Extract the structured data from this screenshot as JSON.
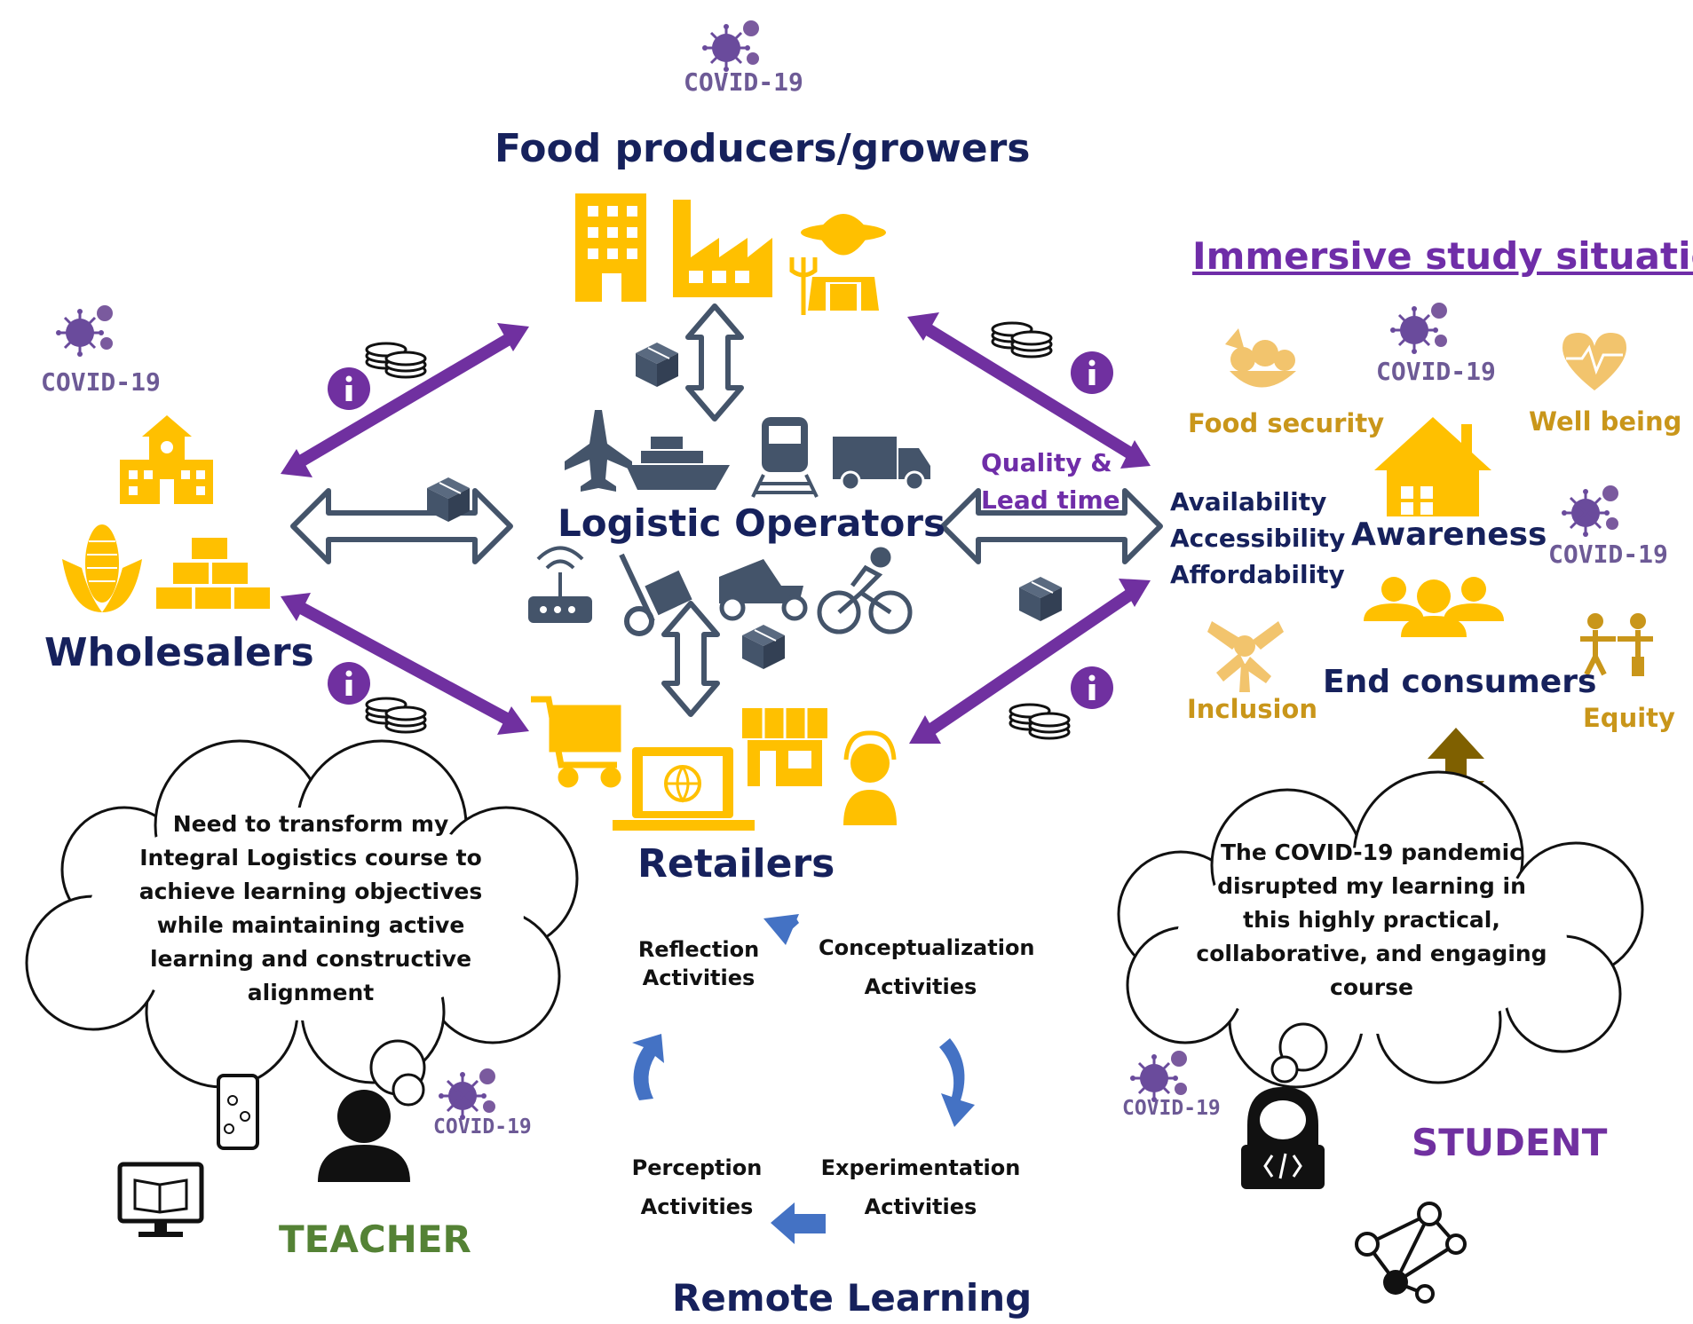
{
  "nodes": {
    "producers": "Food producers/growers",
    "wholesalers": "Wholesalers",
    "logistic": "Logistic Operators",
    "retailers": "Retailers",
    "end_consumers": "End consumers",
    "awareness": "Awareness"
  },
  "quality": {
    "line1": "Quality &",
    "line2": "Lead time"
  },
  "triple_a": [
    "Availability",
    "Accessibility",
    "Affordability"
  ],
  "immersive_title": "Immersive study situation",
  "values": {
    "food_security": "Food security",
    "well_being": "Well being",
    "inclusion": "Inclusion",
    "equity": "Equity"
  },
  "covid_label": "COVID-19",
  "teacher": {
    "role": "TEACHER",
    "thought": [
      "Need to transform my",
      "Integral  Logistics course to",
      "achieve learning objectives",
      "while maintaining active",
      "learning and constructive",
      "alignment"
    ]
  },
  "student": {
    "role": "STUDENT",
    "thought": [
      "The COVID-19 pandemic",
      "disrupted my learning in",
      "this highly practical,",
      "collaborative, and engaging",
      "course"
    ]
  },
  "cycle": {
    "reflection": [
      "Reflection",
      "Activities"
    ],
    "conceptualization": [
      "Conceptualization",
      "Activities"
    ],
    "perception": [
      "Perception",
      "Activities"
    ],
    "experimentation": [
      "Experimentation",
      "Activities"
    ]
  },
  "remote_learning": "Remote Learning",
  "info_icon_glyph": "i",
  "colors": {
    "navy": "#16215c",
    "yellow": "#ffc000",
    "purple": "#7030a0",
    "slate": "#44546a",
    "gold_text": "#c9961a",
    "blue_arrow": "#4472c4",
    "brown_arrow": "#7f6000",
    "teacher_green": "#548235"
  }
}
